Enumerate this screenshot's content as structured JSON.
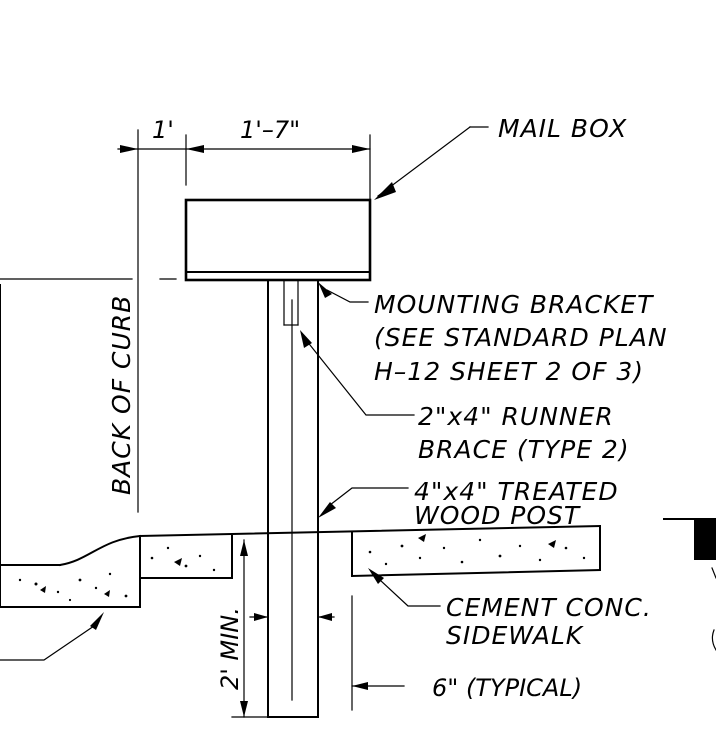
{
  "dimensions": {
    "curb_offset": "1'",
    "box_depth": "1'–7\"",
    "embed_min": "2' MIN.",
    "typical": "6\" (TYPICAL)"
  },
  "labels": {
    "back_of_curb": "BACK OF CURB",
    "mail_box": "MAIL BOX",
    "bracket_line1": "MOUNTING BRACKET",
    "bracket_line2": "(SEE STANDARD PLAN",
    "bracket_line3": "H–12 SHEET 2 OF 3)",
    "brace_line1": "2\"x4\" RUNNER",
    "brace_line2": "BRACE (TYPE 2)",
    "post_line1": "4\"x4\" TREATED",
    "post_line2": "WOOD POST",
    "sidewalk_line1": "CEMENT CONC.",
    "sidewalk_line2": "SIDEWALK"
  }
}
